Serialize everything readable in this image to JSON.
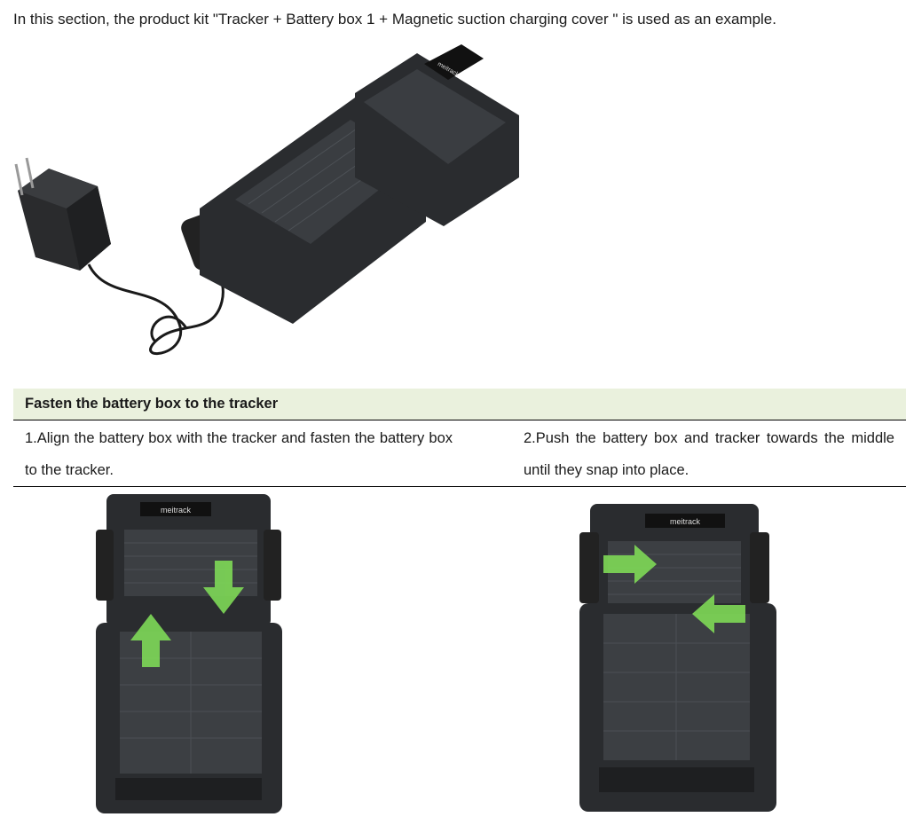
{
  "intro": "In this section, the product kit \"Tracker + Battery box 1 + Magnetic suction charging cover \" is used as an example.",
  "table": {
    "header": "Fasten the battery box to the tracker",
    "steps": [
      "1.Align the battery box with the tracker and fasten the battery box to the tracker.",
      "2.Push the battery box and tracker towards the middle until they snap into place."
    ]
  },
  "brand_label": "meitrack",
  "colors": {
    "header_bg": "#eaf1dd",
    "arrow": "#7ed957",
    "device": "#2b2d30"
  }
}
